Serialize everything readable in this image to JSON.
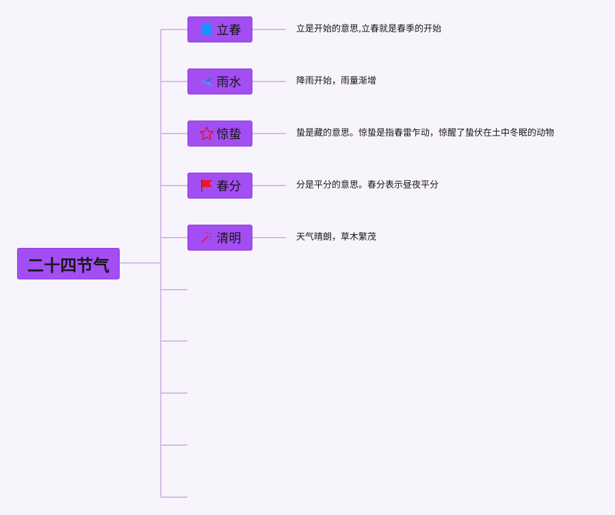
{
  "root": {
    "label": "二十四节气"
  },
  "branches": [
    {
      "label": "立春",
      "icon": "blue-square-icon",
      "description": "立是开始的意思,立春就是春季的开始"
    },
    {
      "label": "雨水",
      "icon": "paper-plane-icon",
      "description": "降雨开始，雨量渐增"
    },
    {
      "label": "惊蛰",
      "icon": "star-outline-icon",
      "description": "蛰是藏的意思。惊蛰是指春雷乍动，惊醒了蛰伏在土中冬眠的动物"
    },
    {
      "label": "春分",
      "icon": "red-flag-icon",
      "description": "分是平分的意思。春分表示昼夜平分"
    },
    {
      "label": "清明",
      "icon": "magic-wand-icon",
      "description": "天气晴朗，草木繁茂"
    }
  ],
  "empty_branch_count": 5,
  "colors": {
    "background": "#f8f4fb",
    "node_fill": "#a34ef2",
    "connector": "#c9a8e3",
    "text": "#161616"
  }
}
